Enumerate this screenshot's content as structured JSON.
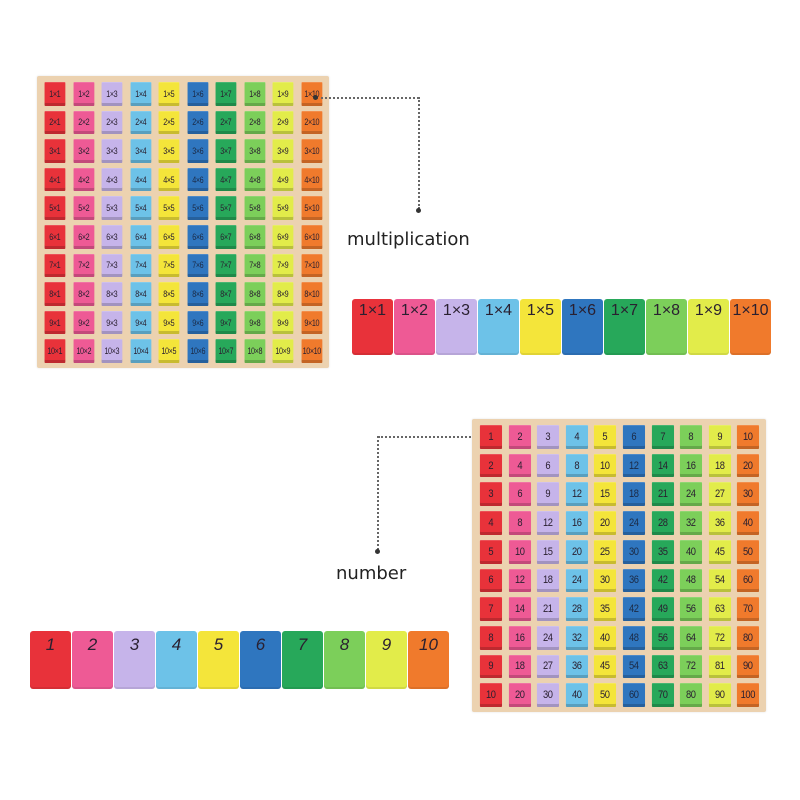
{
  "labels": {
    "multiplication": "multiplication",
    "number": "number"
  },
  "colors": {
    "columns": [
      "#e8323a",
      "#ee5a95",
      "#c6b4ea",
      "#6dc2e8",
      "#f4e53a",
      "#2f76bf",
      "#27a85a",
      "#7ccf5a",
      "#e2ec4a",
      "#f07a2c"
    ],
    "board_wood": "#ecd2b0",
    "background": "#ffffff"
  },
  "multiplication_strip": [
    "1×1",
    "1×2",
    "1×3",
    "1×4",
    "1×5",
    "1×6",
    "1×7",
    "1×8",
    "1×9",
    "1×10"
  ],
  "number_strip": [
    "1",
    "2",
    "3",
    "4",
    "5",
    "6",
    "7",
    "8",
    "9",
    "10"
  ],
  "multiplication_board": {
    "rows": [
      [
        "1×1",
        "1×2",
        "1×3",
        "1×4",
        "1×5",
        "1×6",
        "1×7",
        "1×8",
        "1×9",
        "1×10"
      ],
      [
        "2×1",
        "2×2",
        "2×3",
        "2×4",
        "2×5",
        "2×6",
        "2×7",
        "2×8",
        "2×9",
        "2×10"
      ],
      [
        "3×1",
        "3×2",
        "3×3",
        "3×4",
        "3×5",
        "3×6",
        "3×7",
        "3×8",
        "3×9",
        "3×10"
      ],
      [
        "4×1",
        "4×2",
        "4×3",
        "4×4",
        "4×5",
        "4×6",
        "4×7",
        "4×8",
        "4×9",
        "4×10"
      ],
      [
        "5×1",
        "5×2",
        "5×3",
        "5×4",
        "5×5",
        "5×6",
        "5×7",
        "5×8",
        "5×9",
        "5×10"
      ],
      [
        "6×1",
        "6×2",
        "6×3",
        "6×4",
        "6×5",
        "6×6",
        "6×7",
        "6×8",
        "6×9",
        "6×10"
      ],
      [
        "7×1",
        "7×2",
        "7×3",
        "7×4",
        "7×5",
        "7×6",
        "7×7",
        "7×8",
        "7×9",
        "7×10"
      ],
      [
        "8×1",
        "8×2",
        "8×3",
        "8×4",
        "8×5",
        "8×6",
        "8×7",
        "8×8",
        "8×9",
        "8×10"
      ],
      [
        "9×1",
        "9×2",
        "9×3",
        "9×4",
        "9×5",
        "9×6",
        "9×7",
        "9×8",
        "9×9",
        "9×10"
      ],
      [
        "10×1",
        "10×2",
        "10×3",
        "10×4",
        "10×5",
        "10×6",
        "10×7",
        "10×8",
        "10×9",
        "10×10"
      ]
    ]
  },
  "number_board": {
    "rows": [
      [
        "1",
        "2",
        "3",
        "4",
        "5",
        "6",
        "7",
        "8",
        "9",
        "10"
      ],
      [
        "2",
        "4",
        "6",
        "8",
        "10",
        "12",
        "14",
        "16",
        "18",
        "20"
      ],
      [
        "3",
        "6",
        "9",
        "12",
        "15",
        "18",
        "21",
        "24",
        "27",
        "30"
      ],
      [
        "4",
        "8",
        "12",
        "16",
        "20",
        "24",
        "28",
        "32",
        "36",
        "40"
      ],
      [
        "5",
        "10",
        "15",
        "20",
        "25",
        "30",
        "35",
        "40",
        "45",
        "50"
      ],
      [
        "6",
        "12",
        "18",
        "24",
        "30",
        "36",
        "42",
        "48",
        "54",
        "60"
      ],
      [
        "7",
        "14",
        "21",
        "28",
        "35",
        "42",
        "49",
        "56",
        "63",
        "70"
      ],
      [
        "8",
        "16",
        "24",
        "32",
        "40",
        "48",
        "56",
        "64",
        "72",
        "80"
      ],
      [
        "9",
        "18",
        "27",
        "36",
        "45",
        "54",
        "63",
        "72",
        "81",
        "90"
      ],
      [
        "10",
        "20",
        "30",
        "40",
        "50",
        "60",
        "70",
        "80",
        "90",
        "100"
      ]
    ]
  }
}
